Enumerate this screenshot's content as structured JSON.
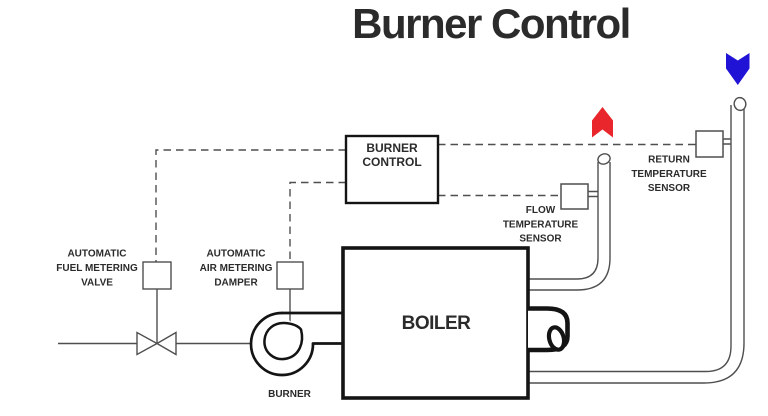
{
  "title": "Burner Control",
  "colors": {
    "flow_arrow": "#e8262b",
    "return_arrow": "#2013d6",
    "line": "#4f4f4f",
    "outline": "#141414",
    "text": "#2b2b2b"
  },
  "control_box": {
    "line1": "BURNER",
    "line2": "CONTROL"
  },
  "components": {
    "fuel_valve_label": [
      "AUTOMATIC",
      "FUEL METERING",
      "VALVE"
    ],
    "air_damper_label": [
      "AUTOMATIC",
      "AIR METERING",
      "DAMPER"
    ],
    "burner_label": "BURNER",
    "boiler_label": "BOILER",
    "flow_sensor_label": [
      "FLOW",
      "TEMPERATURE",
      "SENSOR"
    ],
    "return_sensor_label": [
      "RETURN",
      "TEMPERATURE",
      "SENSOR"
    ]
  },
  "icons": {
    "flow_arrow": "red-up-arrow",
    "return_arrow": "blue-down-arrow"
  }
}
